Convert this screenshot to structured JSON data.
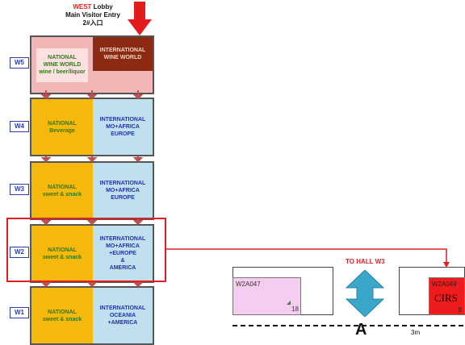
{
  "entry": {
    "west": "WEST",
    "lobby": " Lobby",
    "main": "Main Visitor Entry",
    "code": "2#入口"
  },
  "halls": [
    {
      "label": "W5",
      "national": "NATIONAL\nWINE WORLD\nwine / beer/liquor",
      "international": "INTERNATIONAL\nWINE WORLD"
    },
    {
      "label": "W4",
      "national": "NATIONAL\nBeverage",
      "international": "INTERNATIONAL\nMO+AFRICA\nEUROPE"
    },
    {
      "label": "W3",
      "national": "NATIONAL\nsweet & snack",
      "international": "INTERNATIONAL\nMO+AFRICA\nEUROPE"
    },
    {
      "label": "W2",
      "national": "NATIONAL\nsweet & snack",
      "international": "INTERNATIONAL\nMO+AFRICA\n+EUROPE\n&\nAMERICA"
    },
    {
      "label": "W1",
      "national": "NATIONAL\nsweet & snack",
      "international": "INTERNATIONAL\nOCEANIA\n+AMERICA"
    }
  ],
  "detail": {
    "to_hall": "TO HALL W3",
    "booth_left_code": "W2A047",
    "booth_left_num": "18",
    "booth_right_code": "W2A049",
    "booth_right_name": "CIRS",
    "booth_right_num": "9",
    "aisle": "A",
    "scale": "3m"
  },
  "colors": {
    "highlight": "#e02020",
    "aisle_arrow": "#3aa6c9"
  }
}
